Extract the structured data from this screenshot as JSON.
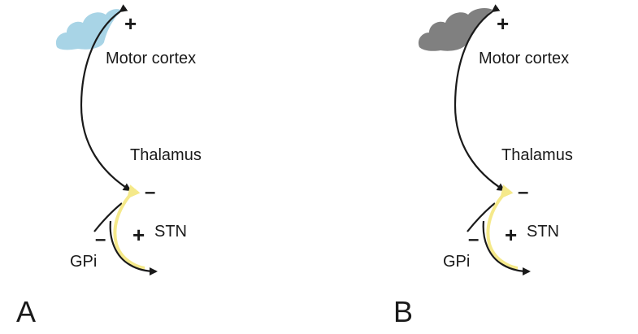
{
  "panels": [
    {
      "letter": "A",
      "labels": {
        "cortex": "Motor cortex",
        "thalamus": "Thalamus",
        "stn": "STN",
        "gpi": "GPi"
      },
      "signs": {
        "cortex": "+",
        "thalamus": "–",
        "stn": "+",
        "gpi": "–"
      },
      "colors": {
        "cortex_fill": "#a8d4e6",
        "cortex_sign": "#7ec3dd"
      }
    },
    {
      "letter": "B",
      "labels": {
        "cortex": "Motor cortex",
        "thalamus": "Thalamus",
        "stn": "STN",
        "gpi": "GPi"
      },
      "signs": {
        "cortex": "+",
        "thalamus": "–",
        "stn": "+",
        "gpi": "–"
      },
      "colors": {
        "cortex_fill": "#808080",
        "cortex_sign": "#1a1a1a"
      }
    }
  ],
  "colors": {
    "pathway": "#1a1a1a",
    "stn_pathway": "#f5e98a"
  }
}
